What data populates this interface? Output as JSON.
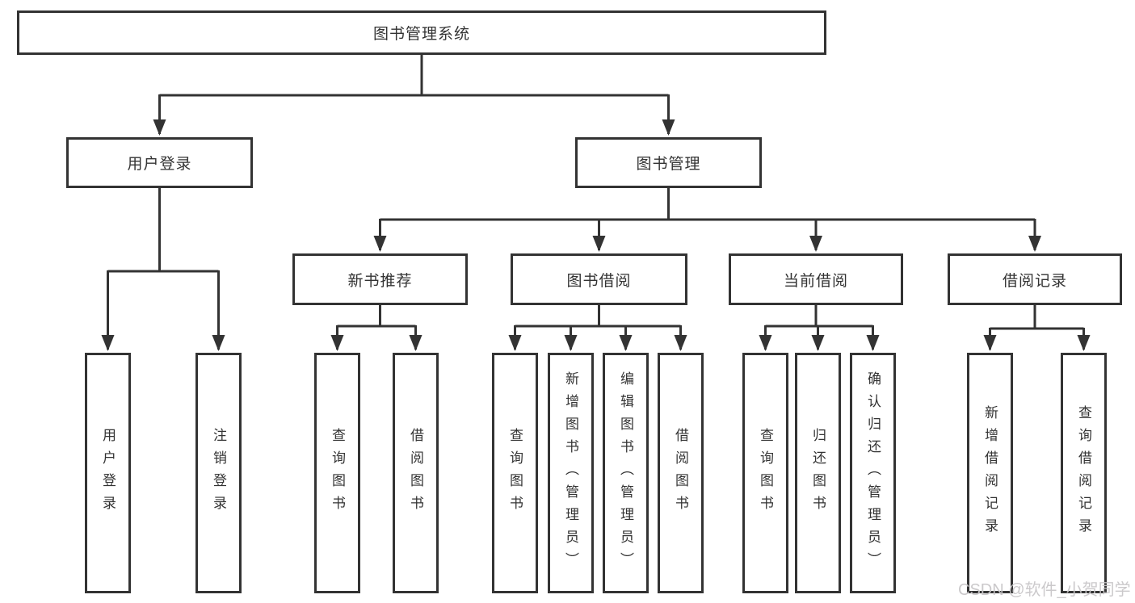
{
  "diagram": {
    "root": {
      "label": "图书管理系统"
    },
    "level2": [
      {
        "label": "用户登录"
      },
      {
        "label": "图书管理"
      }
    ],
    "level3": [
      {
        "label": "新书推荐"
      },
      {
        "label": "图书借阅"
      },
      {
        "label": "当前借阅"
      },
      {
        "label": "借阅记录"
      }
    ],
    "leaves": [
      {
        "label": "用户登录"
      },
      {
        "label": "注销登录"
      },
      {
        "label": "查询图书"
      },
      {
        "label": "借阅图书"
      },
      {
        "label": "查询图书"
      },
      {
        "label": "新增图书（管理员）"
      },
      {
        "label": "编辑图书（管理员）"
      },
      {
        "label": "借阅图书"
      },
      {
        "label": "查询图书"
      },
      {
        "label": "归还图书"
      },
      {
        "label": "确认归还（管理员）"
      },
      {
        "label": "新增借阅记录"
      },
      {
        "label": "查询借阅记录"
      }
    ],
    "watermark": "CSDN @软件_小贺同学",
    "colors": {
      "line": "#333333",
      "text": "#333333",
      "watermark": "#c9c7c9",
      "background": "#ffffff"
    }
  }
}
